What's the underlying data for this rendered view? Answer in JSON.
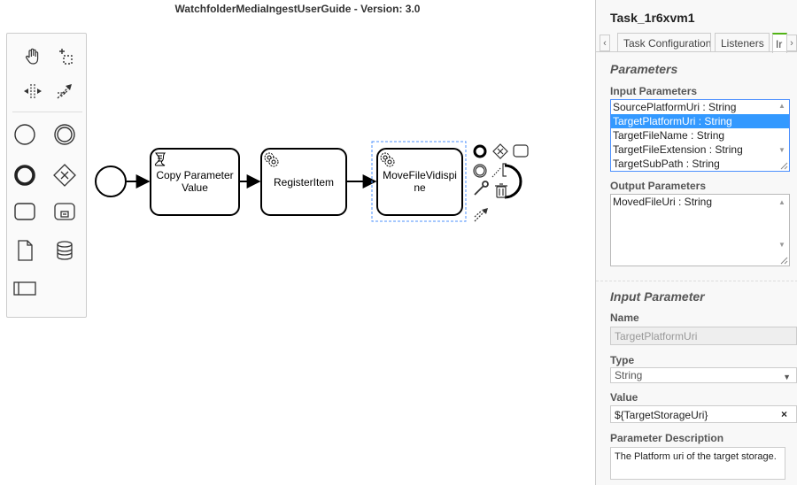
{
  "diagram": {
    "title": "WatchfolderMediaIngestUserGuide - Version: 3.0",
    "tasks": [
      {
        "label": "Copy Parameter Value",
        "line1": "Copy Parameter",
        "line2": "Value"
      },
      {
        "label": "RegisterItem",
        "line1": "RegisterItem",
        "line2": ""
      },
      {
        "label": "MoveFileVidispine",
        "line1": "MoveFileVidispi",
        "line2": "ne"
      }
    ]
  },
  "palette": {
    "tools": [
      "hand-tool",
      "lasso-tool",
      "space-tool",
      "global-connect-tool"
    ],
    "shapes": [
      "start-event",
      "intermediate-event",
      "end-event",
      "gateway",
      "task",
      "subprocess",
      "data-object",
      "data-store",
      "pool"
    ]
  },
  "panel": {
    "element_id": "Task_1r6xvm1",
    "tabs": [
      {
        "label": "Task Configuration",
        "active": false
      },
      {
        "label": "Listeners",
        "active": false
      },
      {
        "label": "Ir",
        "active": true
      }
    ],
    "tab_prev": "‹",
    "tab_next": "›",
    "parameters_heading": "Parameters",
    "input_parameters_label": "Input Parameters",
    "input_parameters": [
      {
        "text": "SourcePlatformUri : String",
        "selected": false
      },
      {
        "text": "TargetPlatformUri : String",
        "selected": true
      },
      {
        "text": "TargetFileName : String",
        "selected": false
      },
      {
        "text": "TargetFileExtension : String",
        "selected": false
      },
      {
        "text": "TargetSubPath : String",
        "selected": false
      }
    ],
    "output_parameters_label": "Output Parameters",
    "output_parameters": [
      {
        "text": "MovedFileUri : String",
        "selected": false
      }
    ],
    "input_parameter_heading": "Input Parameter",
    "name_label": "Name",
    "name_value": "TargetPlatformUri",
    "type_label": "Type",
    "type_value": "String",
    "value_label": "Value",
    "value_value": "${TargetStorageUri}",
    "clear_symbol": "×",
    "description_label": "Parameter Description",
    "description_value": "The Platform uri of the target storage."
  },
  "colors": {
    "selection": "#3399ff",
    "active_tab": "#52b415",
    "selection_outline": "#4d90fe"
  }
}
